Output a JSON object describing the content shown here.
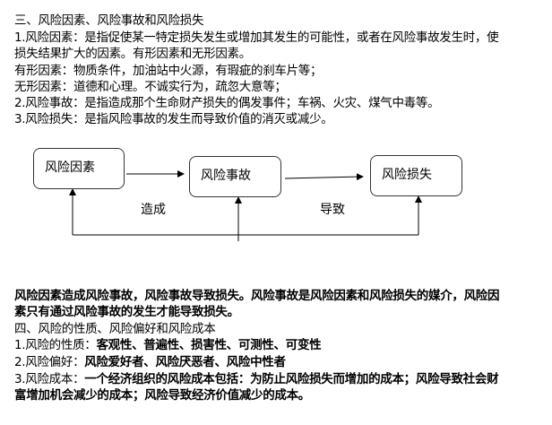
{
  "section3": {
    "title": "三、风险因素、风险事故和风险损失",
    "lines": [
      "1.风险因素：是指促使某一特定损失发生或增加其发生的可能性，或者在风险事故发生时，使",
      "损失结果扩大的因素。有形因素和无形因素。",
      "有形因素：物质条件，加油站中火源，有瑕疵的刹车片等；",
      "无形因素：道德和心理。不诚实行为，疏忽大意等；",
      "2.风险事故：是指造成那个生命财产损失的偶发事件；车祸、火灾、煤气中毒等。",
      "3.风险损失：是指风险事故的发生而导致价值的消灭或减少。"
    ]
  },
  "diagram": {
    "boxes": [
      "风险因素",
      "风险事故",
      "风险损失"
    ],
    "labels": [
      "造成",
      "导致"
    ]
  },
  "summary": [
    "风险因素造成风险事故，风险事故导致损失。风险事故是风险因素和风险损失的媒介，风险因",
    "素只有通过风险事故的发生才能导致损失。"
  ],
  "section4": {
    "title": "四、风险的性质、风险偏好和风险成本",
    "items": [
      {
        "label": "1.风险的性质：",
        "value": "客观性、普遍性、损害性、可测性、可变性"
      },
      {
        "label": "2.风险偏好：",
        "value": "风险爱好者、风险厌恶者、风险中性者"
      },
      {
        "label": "3.风险成本：",
        "value": "一个经济组织的风险成本包括：为防止风险损失而增加的成本；风险导致社会财"
      }
    ],
    "continuation": "富增加机会减少的成本；风险导致经济价值减少的成本。"
  }
}
